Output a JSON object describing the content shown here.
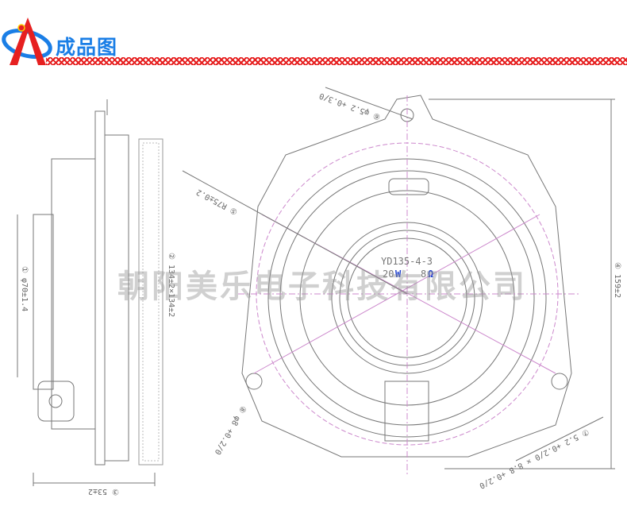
{
  "header": {
    "title": "成品图"
  },
  "watermark": "朝阳美乐电子科技有限公司",
  "model": {
    "part_number": "YD135-4-3",
    "power": "20",
    "power_unit": "W",
    "impedance": "8",
    "impedance_unit": "Ω"
  },
  "dimensions": {
    "d1": "① φ70±1.4",
    "d2": "② 134±2×134±2",
    "d3": "③ 53±2",
    "d4": "④ 159±2",
    "d5": "⑤ R75±0.2",
    "d6": "⑥ φ5.2 +0.3/0",
    "d7": "⑦ 5.2 +0.2/0 × 8.8 +0.2/0",
    "d8": "⑧ φ8 +0.2/0"
  },
  "colors": {
    "logo_red": "#e62020",
    "logo_blue": "#1a7ee6",
    "line": "#777777",
    "centerline": "#cc88cc"
  }
}
